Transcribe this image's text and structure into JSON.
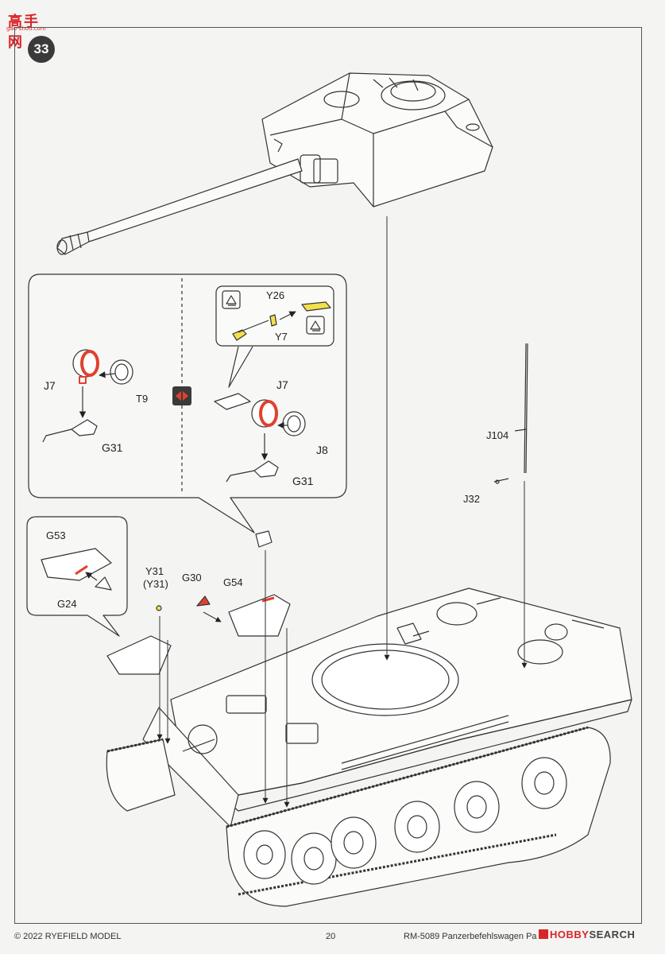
{
  "watermark": {
    "text": "高手网",
    "sub": "gao-shou.com"
  },
  "step": {
    "number": "33"
  },
  "parts": {
    "y26": "Y26",
    "y7": "Y7",
    "j7_left": "J7",
    "t9": "T9",
    "g31_left": "G31",
    "j7_right": "J7",
    "j8": "J8",
    "g31_right": "G31",
    "j104": "J104",
    "j32": "J32",
    "g53": "G53",
    "g24": "G24",
    "y31": "Y31",
    "y31_alt": "(Y31)",
    "g30": "G30",
    "g54": "G54"
  },
  "footer": {
    "copyright": "© 2022 RYEFIELD MODEL",
    "page_number": "20",
    "product": "RM-5089 Panzerbefehlswagen Panther Ausf.G",
    "logo_hobby": "HOBBY",
    "logo_search": "SEARCH"
  },
  "colors": {
    "highlight_red": "#e0412f",
    "highlight_yellow": "#f2e14c",
    "line": "#333333"
  }
}
